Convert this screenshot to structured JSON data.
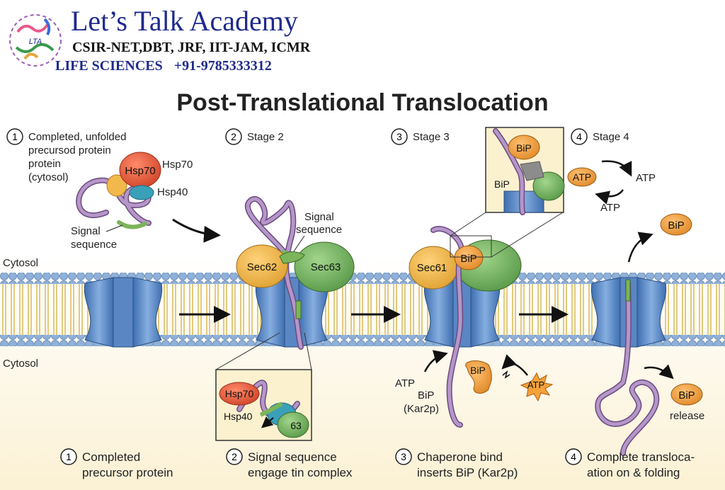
{
  "header": {
    "brand": "Let’s Talk Academy",
    "exams": "CSIR-NET,DBT, JRF, IIT-JAM, ICMR",
    "subject": "LIFE SCIENCES",
    "phone": "+91-9785333312",
    "logo_text": "LTA"
  },
  "title": "Post-Translational Translocation",
  "regions": {
    "cytosol_top": "Cytosol",
    "cytosol_bottom": "Cytosol"
  },
  "stages": [
    {
      "number": "1",
      "header_lines": [
        "Completed, unfolded",
        "precursod protein",
        "protein",
        "(cytosol)"
      ],
      "labels": {
        "hsp70_inside": "Hsp70",
        "hsp70": "Hsp70",
        "hsp40": "Hsp40",
        "signal_1": "Signal",
        "signal_2": "sequence"
      },
      "caption_lines": [
        "Completed",
        "precursor protein"
      ]
    },
    {
      "number": "2",
      "header_lines": [
        "Stage 2"
      ],
      "labels": {
        "signal_1": "Signal",
        "signal_2": "sequence",
        "sec62": "Sec62",
        "sec63": "Sec63",
        "inset_hsp70": "Hsp70",
        "inset_hsp40": "Hsp40",
        "inset_63": "63"
      },
      "caption_lines": [
        "Signal sequence",
        "engage tin complex"
      ]
    },
    {
      "number": "3",
      "header_lines": [
        "Stage 3"
      ],
      "labels": {
        "inset_bip": "BiP",
        "inset_bip_side": "BiP",
        "sec61": "Sec61",
        "bip": "BiP",
        "atp_in": "ATP",
        "bip_kar2p_1": "BiP",
        "bip_kar2p_2": "(Kar2p)",
        "bip_free": "BiP",
        "atp_star": "ATP"
      },
      "caption_lines": [
        "Chaperone bind",
        "inserts BiP (Kar2p)"
      ]
    },
    {
      "number": "4",
      "header_lines": [
        "Stage 4"
      ],
      "labels": {
        "atp_oval": "ATP",
        "atp_right": "ATP",
        "atp_bottom": "ATP",
        "bip_top": "BiP",
        "bip_release": "BiP",
        "release": "release"
      },
      "caption_lines": [
        "Complete transloca-",
        "ation on & folding"
      ]
    }
  ],
  "colors": {
    "hsp70": "#e8573a",
    "hsp40": "#3aa0b8",
    "sec62": "#f2b84b",
    "sec63": "#79b866",
    "bip": "#f4a23a",
    "channel": "#4a7fc1",
    "protein": "#a98ab8",
    "signal": "#7cb45a",
    "brand": "#1f2a8c"
  }
}
